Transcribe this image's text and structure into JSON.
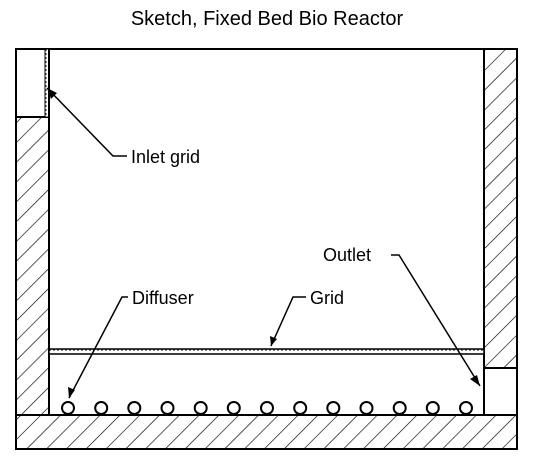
{
  "diagram": {
    "title": "Sketch, Fixed Bed Bio Reactor",
    "labels": {
      "inlet_grid": "Inlet grid",
      "outlet": "Outlet",
      "diffuser": "Diffuser",
      "grid": "Grid"
    },
    "diffuser_count": 13,
    "colors": {
      "line": "#000000",
      "background": "#ffffff"
    }
  }
}
